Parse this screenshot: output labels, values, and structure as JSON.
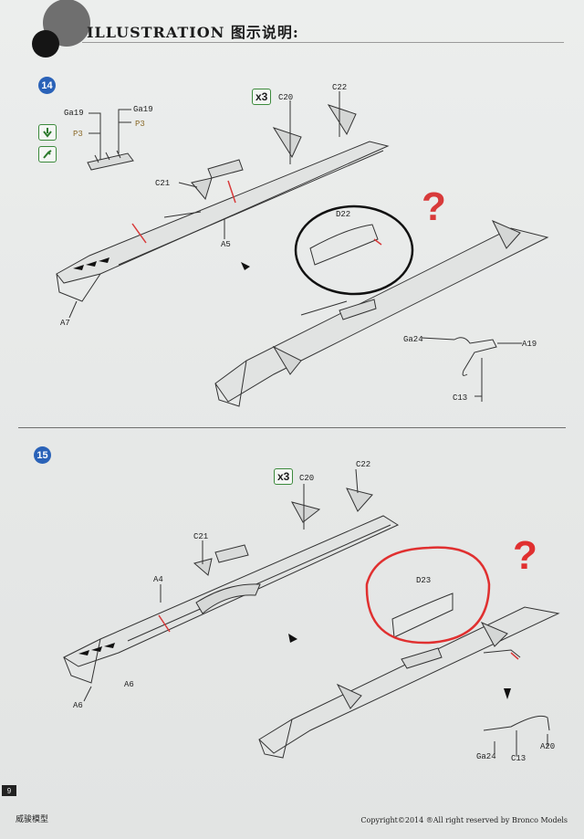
{
  "header": {
    "title": "ILLUSTRATION 图示说明:"
  },
  "steps": [
    {
      "number": "14",
      "quantity": "x3",
      "labels": {
        "ga19_left": "Ga19",
        "ga19_right": "Ga19",
        "p3_left": "P3",
        "p3_right": "P3",
        "c20": "C20",
        "c22": "C22",
        "c21": "C21",
        "a5": "A5",
        "a7": "A7",
        "d22": "D22",
        "ga24": "Ga24",
        "a19": "A19",
        "c13": "C13"
      },
      "annotation": {
        "mark": "?",
        "color": "#d83a3a",
        "circle_color": "#111111"
      }
    },
    {
      "number": "15",
      "quantity": "x3",
      "labels": {
        "c20": "C20",
        "c22": "C22",
        "c21": "C21",
        "a4": "A4",
        "a6_top": "A6",
        "a6_bottom": "A6",
        "d23": "D23",
        "ga24": "Ga24",
        "c13": "C13",
        "a20": "A20"
      },
      "annotation": {
        "mark": "?",
        "color": "#e03030",
        "circle_color": "#e03030"
      }
    }
  ],
  "footer": {
    "page_number": "9",
    "brand_text": "威骏模型",
    "copyright": "Copyright©2014 ®All right reserved by Bronco Models"
  },
  "icons": {
    "header_logo": "double-circle-logo-icon",
    "glue_icon": "glue-bottle-icon",
    "arrow_icon": "down-arrow-icon"
  },
  "colors": {
    "badge": "#2a62b8",
    "qty_border": "#3c8a3c",
    "red_marks": "#d83a3a"
  }
}
